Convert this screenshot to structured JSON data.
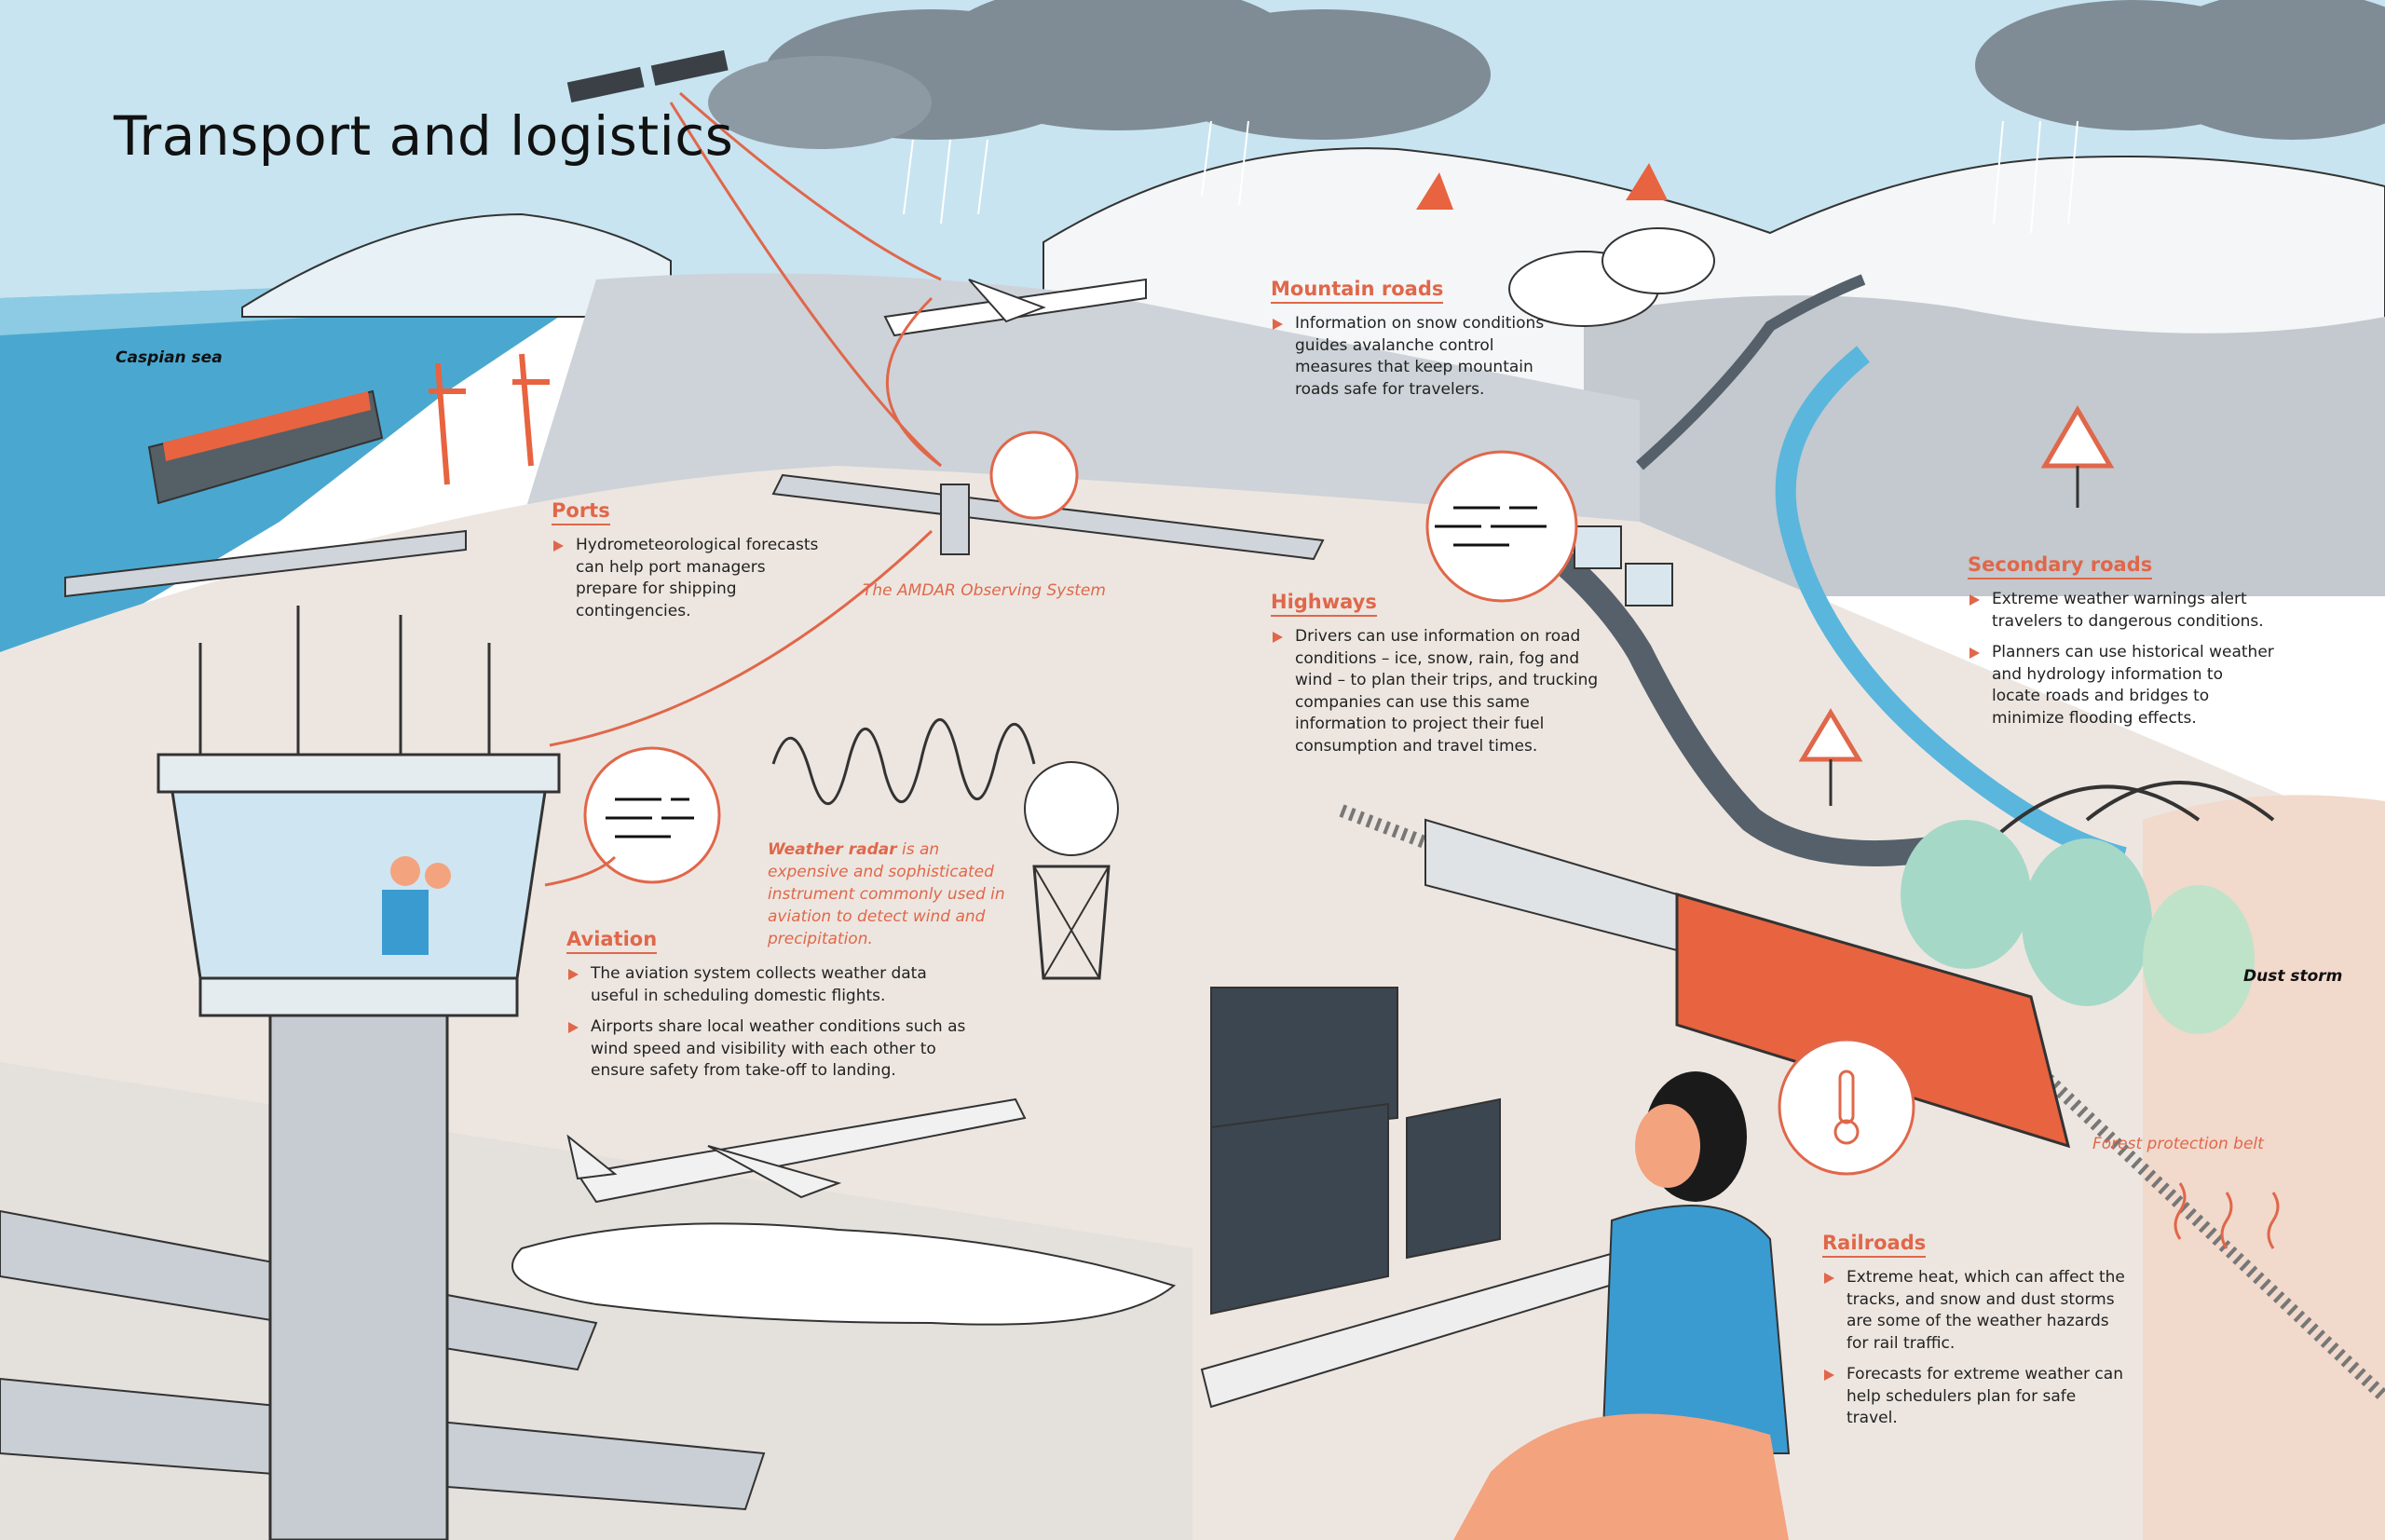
{
  "title": "Transport and logistics",
  "places": {
    "caspian_sea": "Caspian sea",
    "dust_storm": "Dust storm",
    "forest_belt": "Forest protection belt",
    "amdar": "The AMDAR Observing System"
  },
  "ports": {
    "heading": "Ports",
    "items": [
      "Hydrometeorological forecasts can help port managers prepare for shipping contingencies."
    ]
  },
  "mountain_roads": {
    "heading": "Mountain roads",
    "items": [
      "Information on snow conditions guides avalanche control measures that keep mountain roads safe for travelers."
    ]
  },
  "highways": {
    "heading": "Highways",
    "items": [
      "Drivers can use information on road conditions – ice, snow, rain, fog and wind – to plan their trips, and trucking companies can use this same information to project their fuel consumption and travel times."
    ]
  },
  "secondary_roads": {
    "heading": "Secondary roads",
    "items": [
      "Extreme weather warnings alert travelers to dangerous conditions.",
      "Planners can use historical weather and hydrology information to locate roads and bridges to minimize flooding effects."
    ]
  },
  "aviation": {
    "heading": "Aviation",
    "items": [
      "The aviation system collects weather data useful in scheduling domestic flights.",
      "Airports share local weather conditions such as wind speed and visibility with each other to ensure safety from take-off to landing."
    ]
  },
  "weather_radar": {
    "term": "Weather radar",
    "text": " is an expensive and sophisticated instrument commonly used in aviation to detect wind and precipitation."
  },
  "railroads": {
    "heading": "Railroads",
    "items": [
      "Extreme heat, which can affect the tracks, and snow and dust storms are some of the weather hazards for rail traffic.",
      "Forecasts for extreme weather can help schedulers plan for safe travel."
    ]
  },
  "colors": {
    "accent": "#e0674a",
    "sky": "#bfe0ee",
    "sea": "#4aa8d0",
    "cloud": "#7f8c95",
    "road": "#55606a",
    "ground": "#ede6e0"
  }
}
